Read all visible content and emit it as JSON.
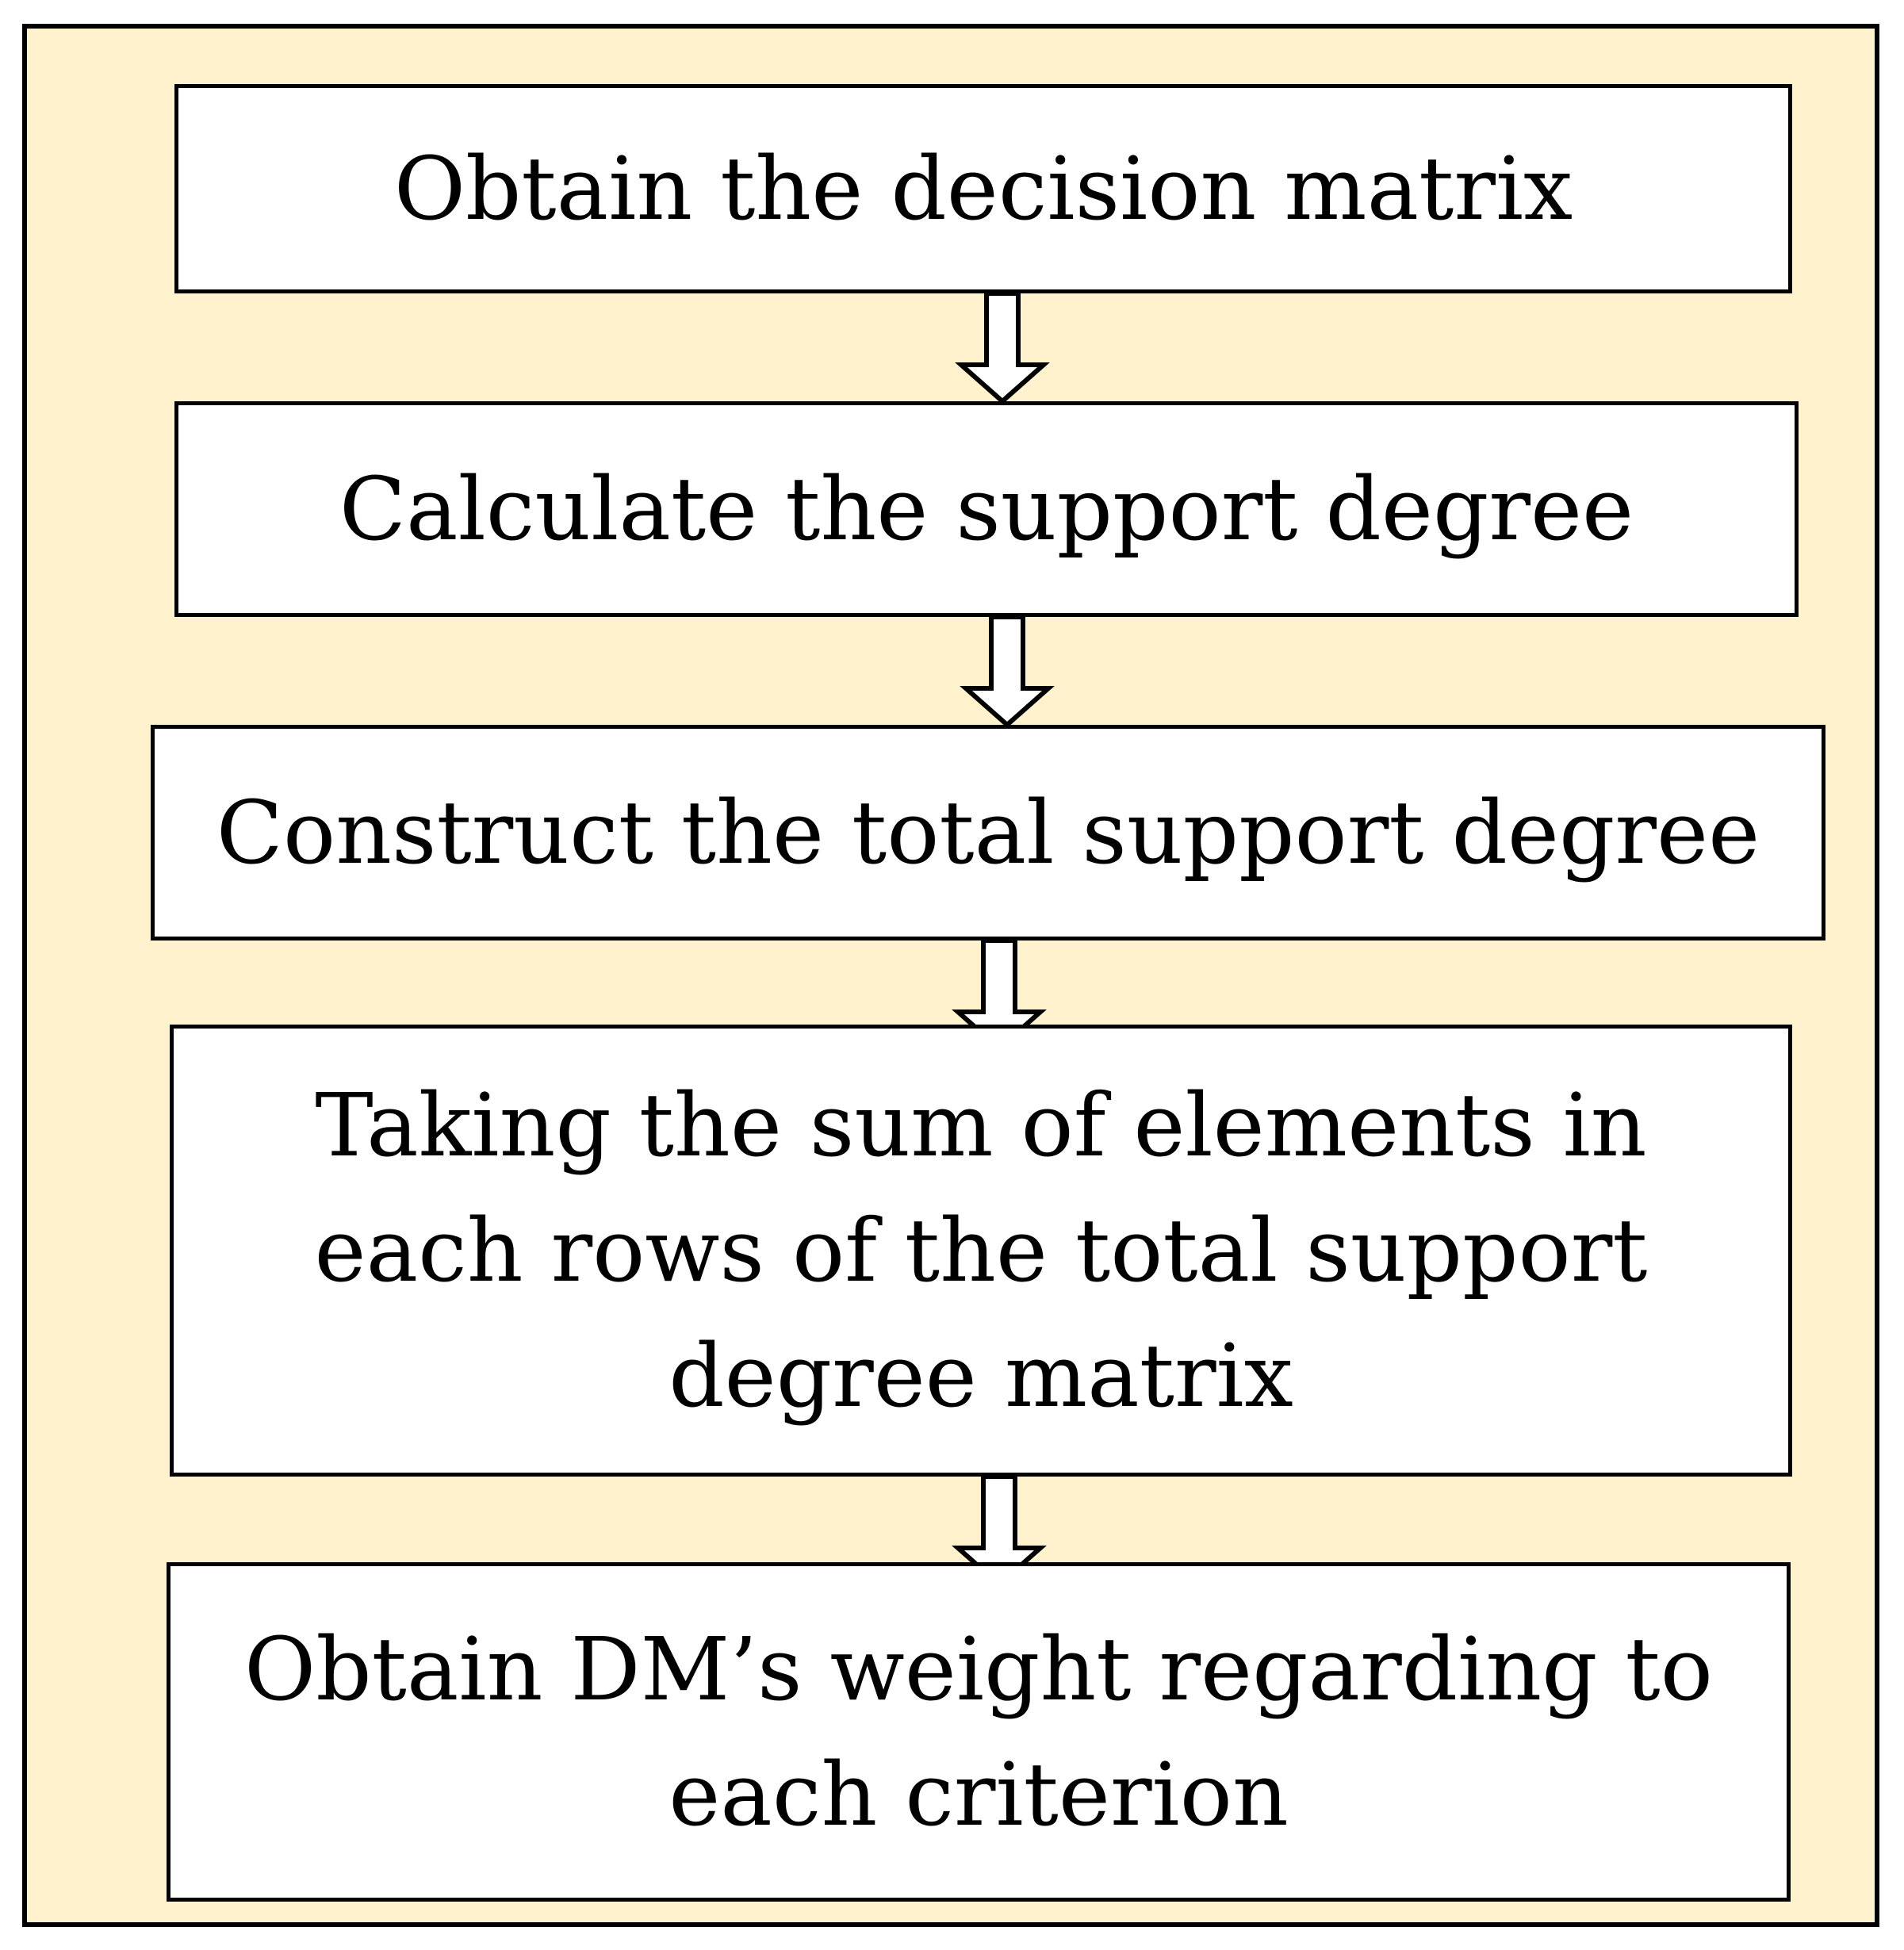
{
  "steps": [
    {
      "lines": [
        "Obtain the decision matrix"
      ]
    },
    {
      "lines": [
        "Calculate the support degree"
      ]
    },
    {
      "lines": [
        "Construct the total support degree"
      ]
    },
    {
      "lines": [
        "Taking the sum of elements in",
        "each rows of the total support",
        "degree matrix"
      ]
    },
    {
      "lines": [
        "Obtain DM’s weight regarding to",
        "each criterion"
      ]
    }
  ],
  "colors": {
    "background": "#FFF2CC",
    "box_fill": "#FFFFFF",
    "stroke": "#000000"
  },
  "connector_icon": "down-arrow-icon"
}
